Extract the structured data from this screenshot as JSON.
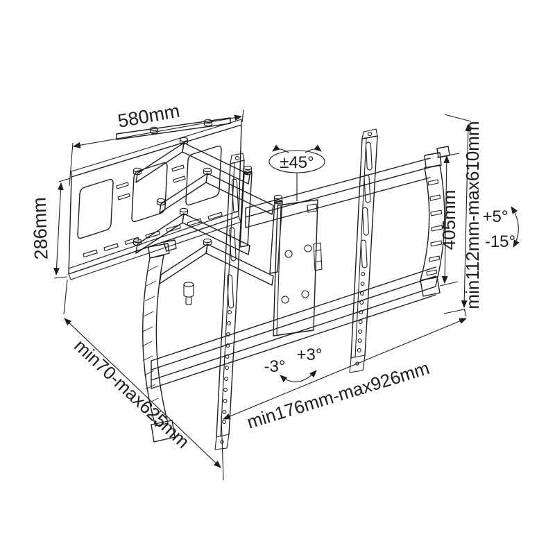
{
  "diagram": {
    "labels": {
      "top_width": "580mm",
      "wall_plate_height": "286mm",
      "swivel_range": "±45°",
      "bracket_height": "405mm",
      "height_range": "min112mm-max610mm",
      "tilt_up": "+5°",
      "tilt_down": "-15°",
      "extension_range": "min70-max625mm",
      "level_left": "-3°",
      "level_right": "+3°",
      "width_range": "min176mm-max926mm"
    },
    "colors": {
      "line": "#1d1d1b",
      "background": "#ffffff"
    }
  }
}
